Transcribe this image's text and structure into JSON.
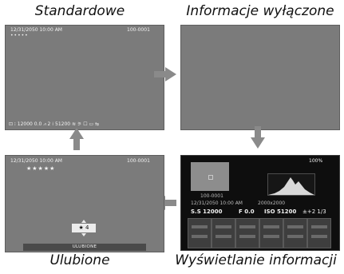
{
  "captions": {
    "top_left": "Standardowe",
    "top_right": "Informacje wyłączone",
    "bottom_right": "Wyświetlanie informacji",
    "bottom_left": "Ulubione"
  },
  "standard_screen": {
    "datetime": "12/31/2050 10:00 AM",
    "frame_number": "100-0001",
    "rating_dots": "•••••",
    "bottom_bar": "⊡ ⁝ 12000  0.0  ⩘ 2  ⁞ 51200  ≋ ⚞ ☐ ▭ ⇆"
  },
  "info_off_screen": {},
  "info_display_screen": {
    "badge": "100%",
    "frame_number": "100-0001",
    "datetime": "12/31/2050 10:00 AM",
    "image_size": "2000x2000",
    "shutter": "S.S 12000",
    "aperture": "F 0.0",
    "iso": "ISO 51200",
    "exposure_comp": "±+2 1/3"
  },
  "favorites_screen": {
    "datetime": "12/31/2050 10:00 AM",
    "frame_number": "100-0001",
    "stars": "★★★★★",
    "rating_badge": "★ 4",
    "favorites_label": "ULUBIONE"
  },
  "arrows": {
    "color": "#8a8a8a"
  }
}
